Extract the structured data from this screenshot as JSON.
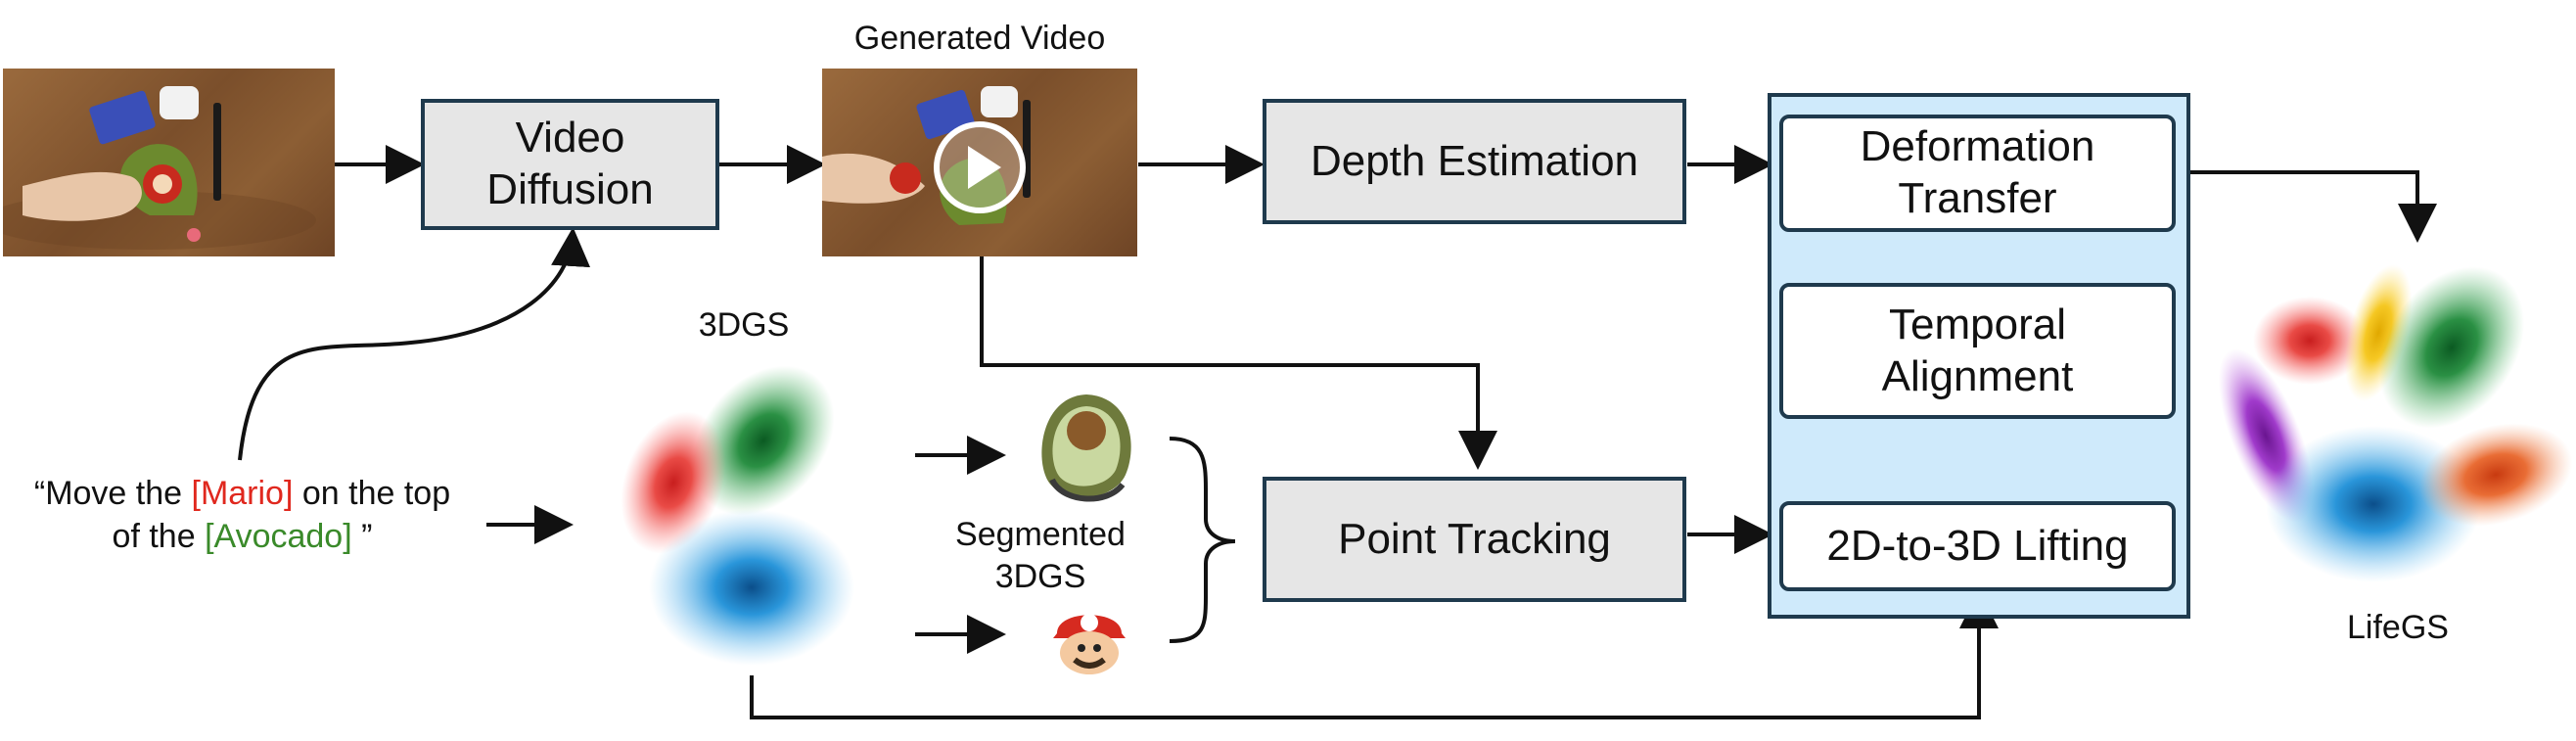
{
  "labels": {
    "generated_video": "Generated Video",
    "three_dgs": "3DGS",
    "segmented_line1": "Segmented",
    "segmented_line2": "3DGS",
    "lifegs": "LifeGS"
  },
  "boxes": {
    "video_diffusion_line1": "Video",
    "video_diffusion_line2": "Diffusion",
    "depth_estimation": "Depth Estimation",
    "point_tracking": "Point Tracking",
    "deformation_transfer_line1": "Deformation",
    "deformation_transfer_line2": "Transfer",
    "temporal_alignment_line1": "Temporal",
    "temporal_alignment_line2": "Alignment",
    "lifting": "2D-to-3D Lifting"
  },
  "prompt": {
    "open_quote": "“Move the ",
    "mario": "[Mario]",
    "middle": " on the top",
    "line2_start": "of the ",
    "avocado": "[Avocado]",
    "close_quote": " ”"
  },
  "colors": {
    "box_fill": "#e6e6e6",
    "panel_fill": "#cfeafb",
    "border": "#1f3a4d",
    "highlight_red": "#e0281e",
    "highlight_green": "#3a8a2a",
    "blob_red": "#e8413c",
    "blob_green": "#1f8a3a",
    "blob_blue": "#1e90d8",
    "blob_yellow": "#f5c518",
    "blob_purple": "#9b30c8",
    "blob_orange": "#e8652a"
  },
  "icons": [
    "play-icon",
    "avocado-icon",
    "mario-icon"
  ]
}
